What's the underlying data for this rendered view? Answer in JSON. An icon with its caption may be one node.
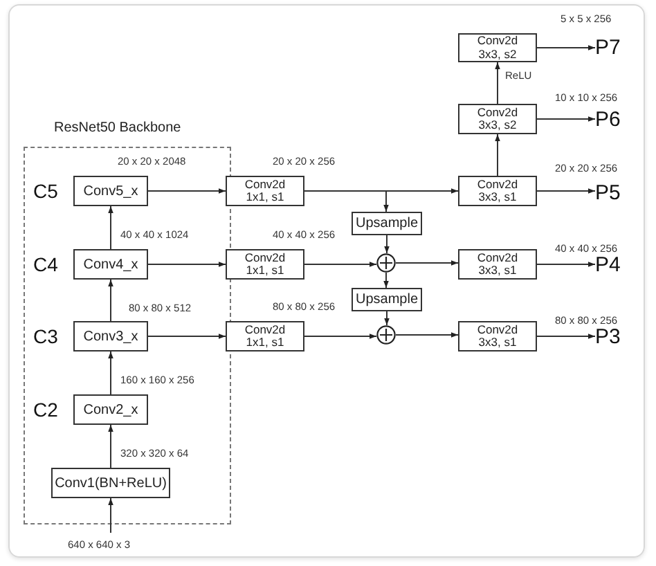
{
  "diagram": {
    "nodes": [
      {
        "text": [
          "ResNet50 Backbone"
        ]
      },
      {
        "text": [
          "Conv5_x"
        ],
        "in": 0
      },
      {
        "text": [
          "Conv4_x"
        ],
        "in": 0
      },
      {
        "text": [
          "Conv3_x"
        ],
        "in": 0
      },
      {
        "text": [
          "Conv2_x"
        ],
        "in": 0
      },
      {
        "text": [
          "Conv1(BN+ReLU)"
        ],
        "in": 0
      },
      {
        "text": [
          "Conv2d 1x1, s1"
        ]
      },
      {
        "text": [
          "Conv2d 1x1, s1"
        ]
      },
      {
        "text": [
          "Conv2d 1x1, s1"
        ]
      },
      {
        "text": [
          "Upsample"
        ]
      },
      {
        "text": [],
        "shape": "circle"
      },
      {
        "text": [
          "Upsample"
        ]
      },
      {
        "text": [],
        "shape": "circle"
      },
      {
        "text": [
          "Conv2d 3x3, s1"
        ]
      },
      {
        "text": [
          "Conv2d 3x3, s1"
        ]
      },
      {
        "text": [
          "Conv2d 3x3, s1"
        ]
      },
      {
        "text": [
          "Conv2d 3x3, s2"
        ]
      },
      {
        "text": [
          "Conv2d 3x3, s2"
        ]
      },
      {
        "text": [
          "P7"
        ]
      },
      {
        "text": [
          "P6"
        ]
      },
      {
        "text": [
          "P5"
        ]
      },
      {
        "text": [
          "P4"
        ]
      },
      {
        "text": [
          "P3"
        ]
      }
    ],
    "edges": [
      {
        "from": null,
        "to": 5,
        "arrow": "to",
        "label": "640 x 640 x 3"
      },
      {
        "from": 5,
        "to": 4,
        "arrow": "to",
        "label": "320 x 320 x 64"
      },
      {
        "from": 4,
        "to": 3,
        "arrow": "to",
        "label": "160 x 160 x 256"
      },
      {
        "from": 3,
        "to": 2,
        "arrow": "to",
        "label": "80 x 80 x 512"
      },
      {
        "from": 2,
        "to": 1,
        "arrow": "to",
        "label": "40 x 40 x 1024"
      },
      {
        "from": 1,
        "to": 6,
        "arrow": "to",
        "label": "20 x 20 x 2048"
      },
      {
        "from": 2,
        "to": 7,
        "arrow": "to"
      },
      {
        "from": 3,
        "to": 8,
        "arrow": "to"
      },
      {
        "from": 6,
        "to": 13,
        "arrow": "to",
        "label": "20 x 20 x 256"
      },
      {
        "from": 6,
        "to": 9,
        "arrow": "to"
      },
      {
        "from": 7,
        "to": 10,
        "arrow": "to",
        "label": "40 x 40 x 256"
      },
      {
        "from": 9,
        "to": 10,
        "arrow": "to"
      },
      {
        "from": 10,
        "to": 14,
        "arrow": "to"
      },
      {
        "from": 10,
        "to": 11,
        "arrow": "to"
      },
      {
        "from": 11,
        "to": 12,
        "arrow": "to"
      },
      {
        "from": 8,
        "to": 12,
        "arrow": "to",
        "label": "80 x 80 x 256"
      },
      {
        "from": 12,
        "to": 15,
        "arrow": "to"
      },
      {
        "from": 13,
        "to": 20,
        "arrow": "to",
        "label": "20 x 20 x 256"
      },
      {
        "from": 14,
        "to": 21,
        "arrow": "to",
        "label": "40 x 40 x 256"
      },
      {
        "from": 15,
        "to": 22,
        "arrow": "to",
        "label": "80 x 80 x 256"
      },
      {
        "from": 13,
        "to": 16,
        "arrow": "to"
      },
      {
        "from": 16,
        "to": 19,
        "arrow": "to",
        "label": "10 x 10 x 256"
      },
      {
        "from": 16,
        "to": 17,
        "arrow": "to",
        "label": "ReLU"
      },
      {
        "from": 17,
        "to": 18,
        "arrow": "to",
        "label": "5 x 5 x 256"
      }
    ],
    "labels": [
      "C5",
      "C4",
      "C3",
      "C2"
    ]
  }
}
